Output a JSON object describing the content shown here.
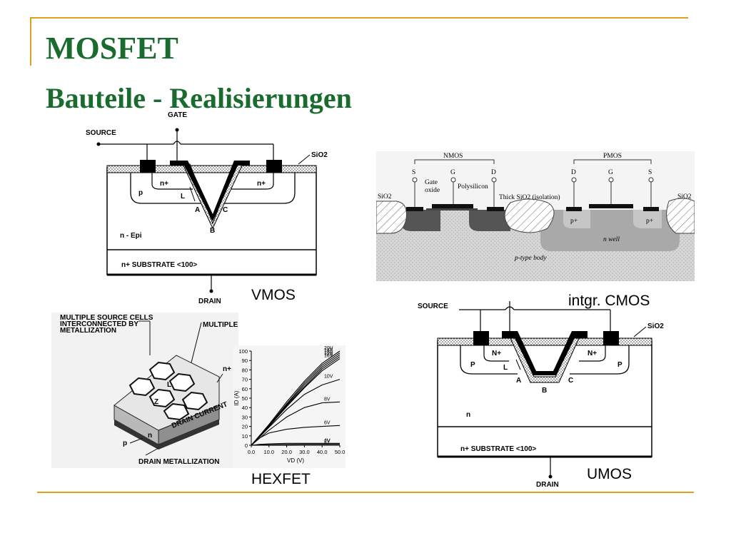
{
  "slide": {
    "title": "MOSFET",
    "subtitle": "Bauteile - Realisierungen"
  },
  "captions": {
    "vmos": "VMOS",
    "cmos": "intgr. CMOS",
    "hexfet": "HEXFET",
    "umos": "UMOS"
  },
  "vmos": {
    "gate": "GATE",
    "source": "SOURCE",
    "sio2": "SiO2",
    "n_plus": "n+",
    "p": "p",
    "L": "L",
    "A": "A",
    "B": "B",
    "C": "C",
    "epi": "n - Epi",
    "substrate": "n+  SUBSTRATE <100>",
    "drain": "DRAIN"
  },
  "cmos": {
    "nmos": "NMOS",
    "pmos": "PMOS",
    "S": "S",
    "G": "G",
    "D": "D",
    "gate_oxide_1": "Gate",
    "gate_oxide_2": "oxide",
    "polysilicon": "Polysilicon",
    "thick_sio2": "Thick SiO2 (isolation)",
    "sio2": "SiO2",
    "p_plus": "p+",
    "n_well": "n well",
    "body": "p-type body"
  },
  "hexfet": {
    "cells_interconnected_1": "MULTIPLE SOURCE CELLS",
    "cells_interconnected_2": "INTERCONNECTED BY",
    "cells_interconnected_3": "METALLIZATION",
    "multiple_cells": "MULTIPLE SOURCE CELLS",
    "n_plus": "n+",
    "drain_current": "DRAIN CURRENT",
    "n": "n",
    "p": "p",
    "drain_metal": "DRAIN METALLIZATION",
    "L": "L",
    "Z": "Z"
  },
  "umos": {
    "source": "SOURCE",
    "sio2": "SiO2",
    "n_plus": "N+",
    "p": "P",
    "L": "L",
    "A": "A",
    "B": "B",
    "C": "C",
    "n": "n",
    "substrate": "n+  SUBSTRATE    <100>",
    "drain": "DRAIN"
  },
  "chart_data": {
    "type": "line",
    "title": "",
    "xlabel": "VD (V)",
    "ylabel": "ID (A)",
    "xlim": [
      0,
      50
    ],
    "ylim": [
      0,
      100
    ],
    "x_ticks": [
      0,
      10,
      20,
      30,
      40,
      50
    ],
    "y_ticks": [
      0,
      10,
      20,
      30,
      40,
      50,
      60,
      70,
      80,
      90,
      100
    ],
    "series": [
      {
        "name": "20V",
        "x": [
          0,
          10,
          20,
          30,
          40,
          50
        ],
        "values": [
          0,
          22,
          46,
          68,
          87,
          100
        ]
      },
      {
        "name": "14V",
        "x": [
          0,
          10,
          20,
          30,
          40,
          50
        ],
        "values": [
          0,
          21,
          44,
          66,
          85,
          98
        ]
      },
      {
        "name": "18V",
        "x": [
          0,
          10,
          20,
          30,
          40,
          50
        ],
        "values": [
          0,
          21,
          43,
          64,
          83,
          96
        ]
      },
      {
        "name": "12V",
        "x": [
          0,
          10,
          20,
          30,
          40,
          50
        ],
        "values": [
          0,
          20,
          42,
          62,
          81,
          94
        ]
      },
      {
        "name": "16V",
        "x": [
          0,
          10,
          20,
          30,
          40,
          50
        ],
        "values": [
          0,
          20,
          41,
          61,
          79,
          92
        ]
      },
      {
        "name": "10V",
        "x": [
          0,
          10,
          20,
          30,
          40,
          50
        ],
        "values": [
          0,
          19,
          38,
          54,
          64,
          70
        ]
      },
      {
        "name": "8V",
        "x": [
          0,
          10,
          20,
          30,
          40,
          50
        ],
        "values": [
          0,
          16,
          30,
          40,
          45,
          46
        ]
      },
      {
        "name": "6V",
        "x": [
          0,
          5,
          10,
          20,
          30,
          40,
          50
        ],
        "values": [
          0,
          8,
          13,
          17,
          19,
          20,
          21
        ]
      },
      {
        "name": "4V",
        "x": [
          0,
          5,
          10,
          20,
          30,
          40,
          50
        ],
        "values": [
          0,
          1,
          1.5,
          2,
          2,
          2,
          2
        ]
      },
      {
        "name": "2V",
        "x": [
          0,
          10,
          20,
          30,
          40,
          50
        ],
        "values": [
          0,
          0.5,
          0.8,
          1,
          1,
          1
        ]
      }
    ],
    "curve_labels": [
      "20V",
      "14V",
      "18V",
      "12V",
      "16V",
      "10V",
      "8V",
      "6V",
      "2V",
      "4V"
    ]
  },
  "colors": {
    "title_green": "#1a6b2e",
    "frame_gold": "#d9a21b"
  }
}
